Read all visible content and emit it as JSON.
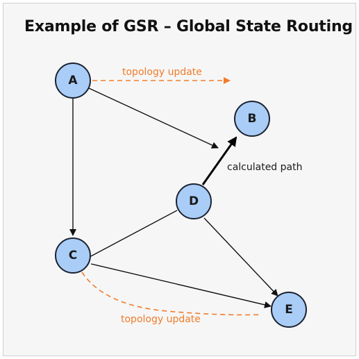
{
  "diagram": {
    "title": "Example of GSR – Global State Routing",
    "nodes": [
      {
        "id": "A",
        "label": "A"
      },
      {
        "id": "B",
        "label": "B"
      },
      {
        "id": "C",
        "label": "C"
      },
      {
        "id": "D",
        "label": "D"
      },
      {
        "id": "E",
        "label": "E"
      }
    ],
    "edges": [
      {
        "from": "A",
        "to": "B",
        "style": "arrow"
      },
      {
        "from": "A",
        "to": "C",
        "style": "arrow"
      },
      {
        "from": "D",
        "to": "B",
        "style": "bold-arrow"
      },
      {
        "from": "D",
        "to": "C",
        "style": "line"
      },
      {
        "from": "D",
        "to": "E",
        "style": "arrow"
      },
      {
        "from": "C",
        "to": "E",
        "style": "arrow"
      }
    ],
    "annotations": {
      "topology_update_top": "topology update",
      "topology_update_bottom": "topology update",
      "calculated_path": "calculated path"
    },
    "colors": {
      "node_fill": "#a9cdf7",
      "node_stroke": "#1c2230",
      "update_line": "#f07c2b",
      "edge": "#111111"
    }
  }
}
